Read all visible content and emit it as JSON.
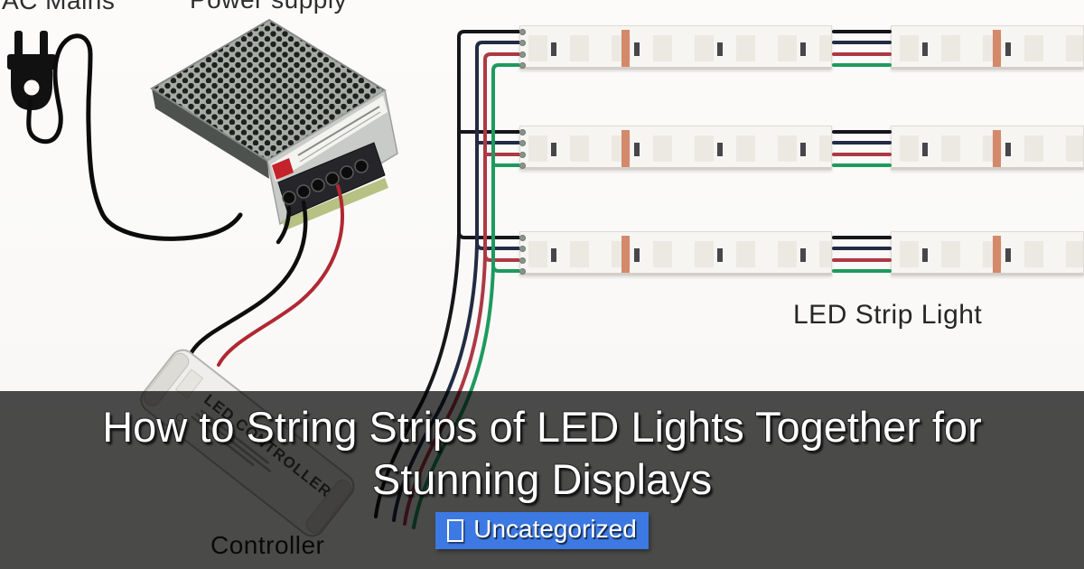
{
  "hero": {
    "title_lines": [
      "How to String Strips of LED Lights Together for",
      "Stunning Displays"
    ],
    "category_badge": {
      "label": "Uncategorized",
      "icon_name": "folder-placeholder-icon"
    }
  },
  "diagram_labels": {
    "ac_mains": "AC Mains",
    "power_supply": "Power supply",
    "controller_caption": "Controller",
    "controller_device": "LED CONTROLLER",
    "led_strip": "LED Strip Light"
  },
  "colors": {
    "overlay": "rgba(0,0,0,0.70)",
    "badge_bg": "#3d79e3",
    "wire_black": "#15161a",
    "wire_dark_blue": "#232b44",
    "wire_red": "#ad3944",
    "wire_green": "#1e9a5f"
  }
}
